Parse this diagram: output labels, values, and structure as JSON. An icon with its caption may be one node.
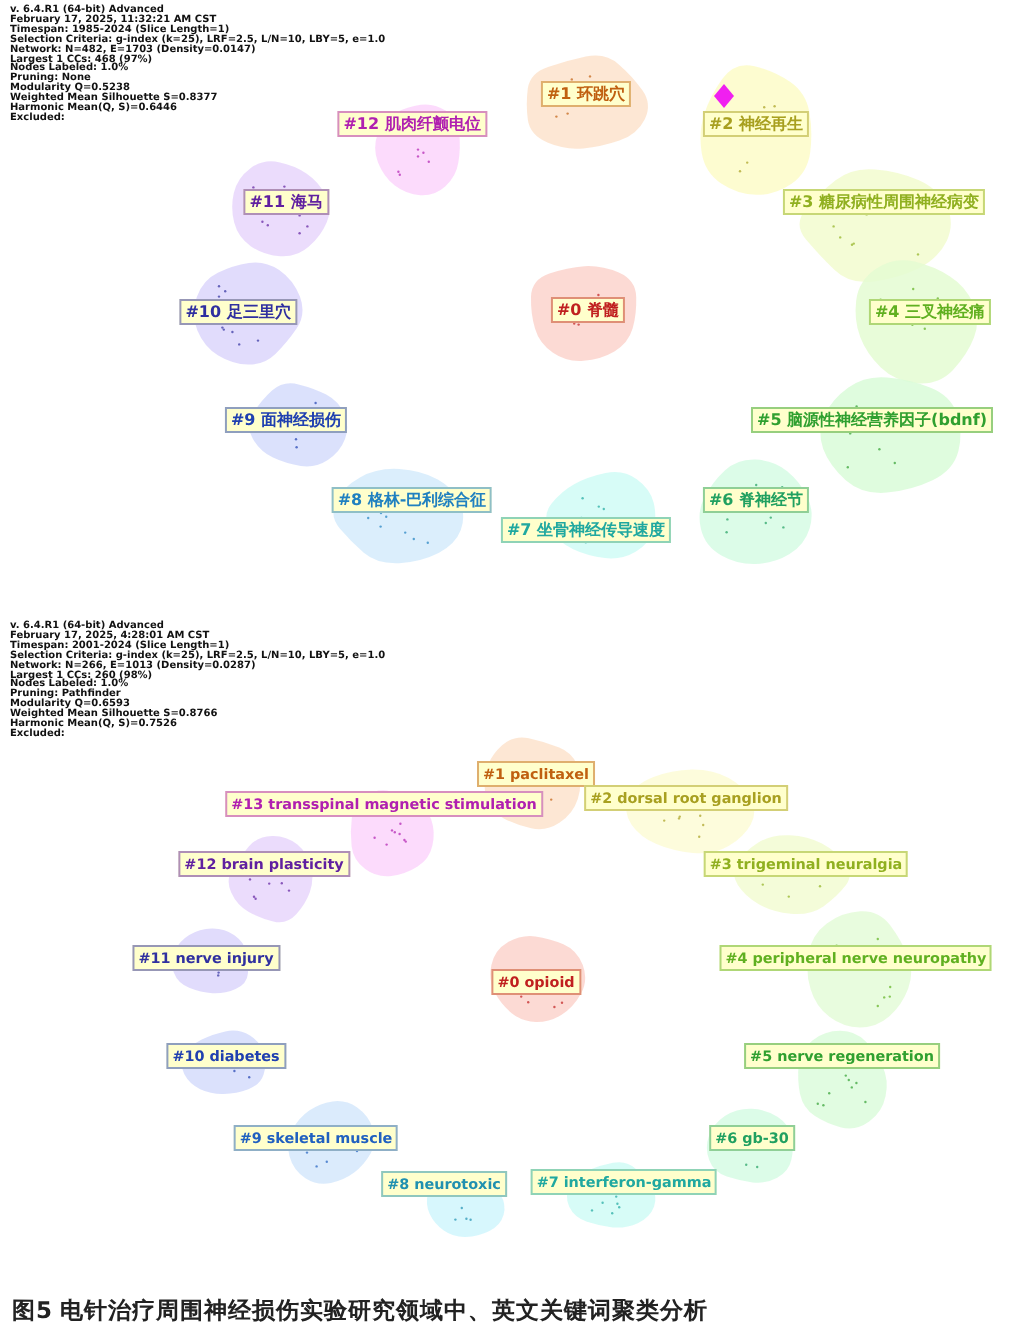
{
  "diagram": {
    "caption": "图5 电针治疗周围神经损伤实验研究领域中、英文关键词聚类分析",
    "nodes": [
      {
        "text": [
          "#0 脊髓"
        ]
      },
      {
        "text": [
          "#1 环跳穴"
        ]
      },
      {
        "text": [
          "#2 神经再生"
        ]
      },
      {
        "text": [
          "#3 糖尿病性周围神经病变"
        ]
      },
      {
        "text": [
          "#4 三叉神经痛"
        ]
      },
      {
        "text": [
          "#5 脑源性神经营养因子(bdnf)"
        ]
      },
      {
        "text": [
          "#6 脊神经节"
        ]
      },
      {
        "text": [
          "#7 坐骨神经传导速度"
        ]
      },
      {
        "text": [
          "#8 格林-巴利综合征"
        ]
      },
      {
        "text": [
          "#9 面神经损伤"
        ]
      },
      {
        "text": [
          "#10 足三里穴"
        ]
      },
      {
        "text": [
          "#11 海马"
        ]
      },
      {
        "text": [
          "#12 肌肉纤颤电位"
        ]
      },
      {
        "text": [
          "#0 opioid"
        ]
      },
      {
        "text": [
          "#1 paclitaxel"
        ]
      },
      {
        "text": [
          "#2 dorsal root ganglion"
        ]
      },
      {
        "text": [
          "#3 trigeminal neuralgia"
        ]
      },
      {
        "text": [
          "#4 peripheral nerve neuropathy"
        ]
      },
      {
        "text": [
          "#5 nerve regeneration"
        ]
      },
      {
        "text": [
          "#6 gb-30"
        ]
      },
      {
        "text": [
          "#7 interferon-gamma"
        ]
      },
      {
        "text": [
          "#8 neurotoxic"
        ]
      },
      {
        "text": [
          "#9 skeletal muscle"
        ]
      },
      {
        "text": [
          "#10 diabetes"
        ]
      },
      {
        "text": [
          "#11 nerve injury"
        ]
      },
      {
        "text": [
          "#12 brain plasticity"
        ]
      },
      {
        "text": [
          "#13 transspinal magnetic stimulation"
        ]
      }
    ],
    "labels": [
      "v. 6.4.R1 (64-bit) Advanced",
      "February 17, 2025, 11:32:21 AM CST",
      "Timespan: 1985-2024 (Slice Length=1)",
      "Selection Criteria: g-index (k=25), LRF=2.5, L/N=10, LBY=5, e=1.0",
      "Network: N=482, E=1703 (Density=0.0147)",
      "Largest 1 CCs: 468 (97%)",
      "Nodes Labeled: 1.0%",
      "Pruning: None",
      "Modularity Q=0.5238",
      "Weighted Mean Silhouette S=0.8377",
      "Harmonic Mean(Q, S)=0.6446",
      "Excluded:",
      "v. 6.4.R1 (64-bit) Advanced",
      "February 17, 2025, 4:28:01 AM CST",
      "Timespan: 2001-2024 (Slice Length=1)",
      "Selection Criteria: g-index (k=25), LRF=2.5, L/N=10, LBY=5, e=1.0",
      "Network: N=266, E=1013 (Density=0.0287)",
      "Largest 1 CCs: 260 (98%)",
      "Nodes Labeled: 1.0%",
      "Pruning: Pathfinder",
      "Modularity Q=0.6593",
      "Weighted Mean Silhouette S=0.8766",
      "Harmonic Mean(Q, S)=0.7526",
      "Excluded:"
    ]
  }
}
